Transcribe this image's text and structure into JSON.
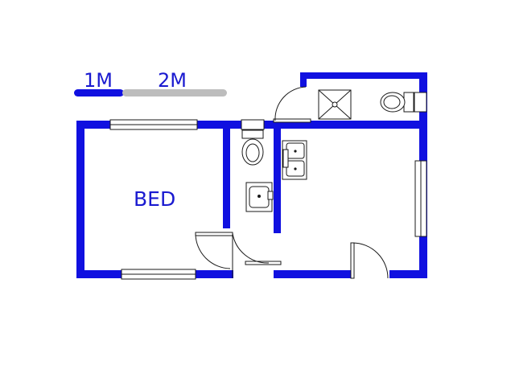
{
  "scale_bar": {
    "label_1": "1M",
    "label_2": "2M",
    "colors": {
      "segment_1": "#1010e0",
      "segment_2": "#bdbdbd"
    }
  },
  "rooms": [
    {
      "name": "BED"
    }
  ],
  "colors": {
    "wall": "#1010e0",
    "fixture_line": "#1a1a1a",
    "background": "#ffffff"
  }
}
